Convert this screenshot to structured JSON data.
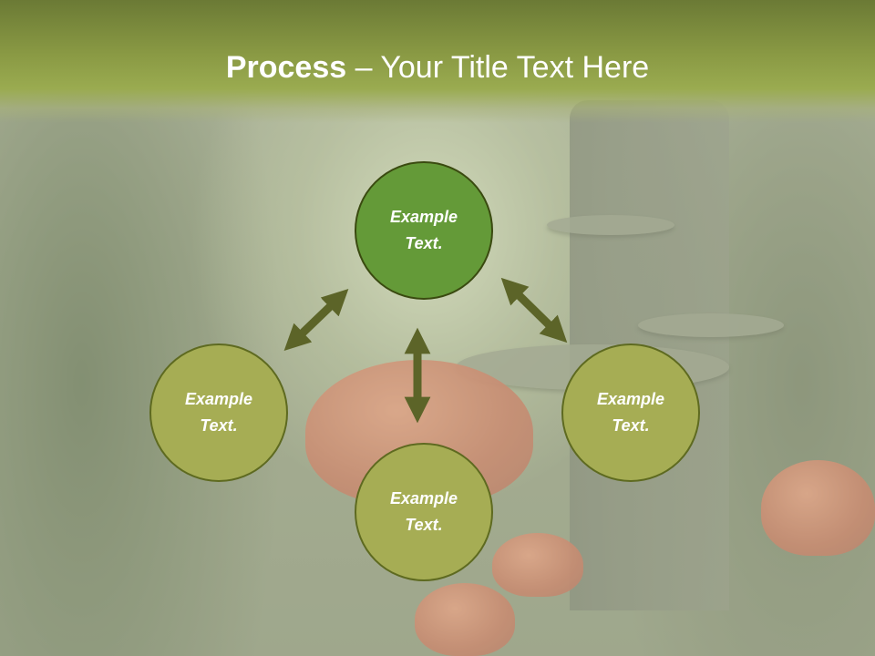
{
  "slide": {
    "title_bold": "Process",
    "title_rest": " – Your Title Text Here"
  },
  "diagram": {
    "nodes": [
      {
        "id": "top",
        "line1": "Example",
        "line2": "Text."
      },
      {
        "id": "left",
        "line1": "Example",
        "line2": "Text."
      },
      {
        "id": "bottom",
        "line1": "Example",
        "line2": "Text."
      },
      {
        "id": "right",
        "line1": "Example",
        "line2": "Text."
      }
    ],
    "colors": {
      "title_band": "#8a9a44",
      "node_active": "#649a38",
      "node": "#a6ad54",
      "arrow": "#5c6428"
    }
  }
}
